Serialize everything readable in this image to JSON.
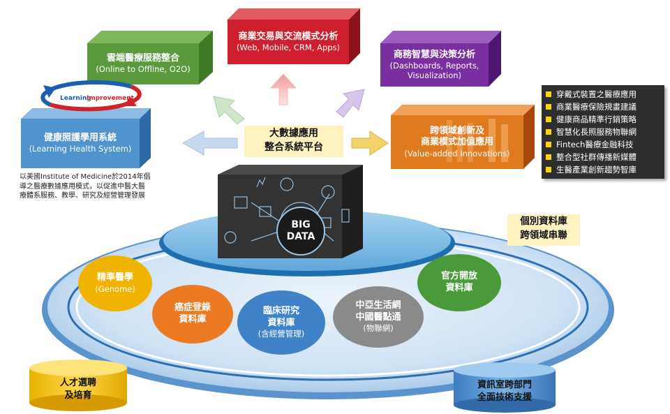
{
  "center_platform": {
    "line1": "大數據應用",
    "line2": "整合系統平台"
  },
  "top_boxes": {
    "cloud": {
      "title": "雲端醫療服務整合",
      "subtitle": "(Online to Offline, O2O)",
      "color": "#5b9a3c"
    },
    "commerce": {
      "title": "商業交易與交流模式分析",
      "subtitle": "(Web, Mobile, CRM, Apps)",
      "color": "#cf1f2e"
    },
    "bi": {
      "title": "商務智慧與決策分析",
      "subtitle": "(Dashboards, Reports, Visualization)",
      "color": "#7a2fa0"
    },
    "lhs": {
      "title": "健康照護學用系統",
      "subtitle": "(Learning Health System)",
      "color": "#4f93cf"
    },
    "value": {
      "title": "跨領域創新及",
      "title2": "商業模式加值應用",
      "subtitle": "(Value-added Innovations)",
      "color": "#e07a1f"
    }
  },
  "cycle_labels": {
    "learning": "Learning",
    "improvement": "Improvement"
  },
  "lhs_note": [
    "以美國Institute of Medicine於2014年倡",
    "導之醫療數據應用模式，以促進中醫大醫",
    "療體系服務、教學、研究及經營管理發展"
  ],
  "feature_list": [
    "穿戴式裝置之醫療應用",
    "商業醫療保險規畫建議",
    "健康商品精準行銷策略",
    "智慧化長照服務物聯網",
    "Fintech醫療金融科技",
    "整合型社群傳播新媒體",
    "生醫產業創新趨勢智庫"
  ],
  "big_data": {
    "line1": "BIG",
    "line2": "DATA"
  },
  "db_label": {
    "line1": "個別資料庫",
    "line2": "跨領域串聯"
  },
  "databases": [
    {
      "title": "精準醫學",
      "subtitle": "(Genome)",
      "color": "#f0b400"
    },
    {
      "title": "癌症登錄",
      "title2": "資料庫",
      "color": "#ec7a23"
    },
    {
      "title": "臨床研究",
      "title2": "資料庫",
      "subtitle": "(含經營管理)",
      "color": "#3f82c8"
    },
    {
      "title": "中亞生活網",
      "title2": "中國醫點通",
      "subtitle": "(物聯網)",
      "color": "#8a8a8a"
    },
    {
      "title": "官方開放",
      "title2": "資料庫",
      "color": "#4a9a3c"
    }
  ],
  "cylinders": {
    "talent": {
      "line1": "人才選聘",
      "line2": "及培育",
      "color": "#f3c300"
    },
    "it": {
      "line1": "資訊室跨部門",
      "line2": "全面技術支援",
      "color": "#4f8fd0"
    }
  }
}
